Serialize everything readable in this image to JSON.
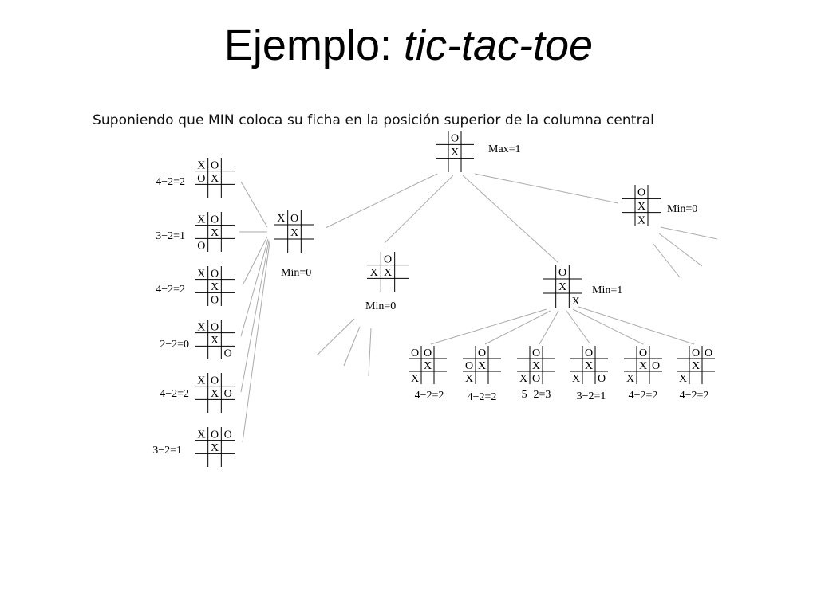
{
  "slide": {
    "title_main": "Ejemplo: ",
    "title_italic": "tic-tac-toe",
    "subtitle": "Suponiendo que MIN coloca su ficha en la posición superior de la columna central"
  },
  "boards": [
    {
      "id": "root",
      "cells": [
        "",
        "O",
        "",
        "",
        "X",
        "",
        "",
        "",
        ""
      ],
      "label": "Max=1"
    },
    {
      "id": "b1",
      "cells": [
        "",
        "O",
        "",
        "",
        "X",
        "",
        "",
        "X",
        ""
      ],
      "label": "Min=0"
    },
    {
      "id": "b2",
      "cells": [
        "X",
        "O",
        "",
        "",
        "X",
        "",
        "",
        "",
        ""
      ],
      "label": "Min=0"
    },
    {
      "id": "b3",
      "cells": [
        "",
        "O",
        "",
        "X",
        "X",
        "",
        "",
        "",
        ""
      ],
      "label": "Min=0"
    },
    {
      "id": "b4",
      "cells": [
        "",
        "O",
        "",
        "",
        "X",
        "",
        "",
        "",
        "X"
      ],
      "label": "Min=1"
    },
    {
      "id": "l1",
      "cells": [
        "X",
        "O",
        "",
        "O",
        "X",
        "",
        "",
        "",
        ""
      ],
      "label": "4−2=2"
    },
    {
      "id": "l2",
      "cells": [
        "X",
        "O",
        "",
        "",
        "X",
        "",
        "O",
        "",
        ""
      ],
      "label": "3−2=1"
    },
    {
      "id": "l3",
      "cells": [
        "X",
        "O",
        "",
        "",
        "X",
        "",
        "",
        "O",
        ""
      ],
      "label": "4−2=2"
    },
    {
      "id": "l4",
      "cells": [
        "X",
        "O",
        "",
        "",
        "X",
        "",
        "",
        "",
        "O"
      ],
      "label": "2−2=0"
    },
    {
      "id": "l5",
      "cells": [
        "X",
        "O",
        "",
        "",
        "X",
        "O",
        "",
        "",
        ""
      ],
      "label": "4−2=2"
    },
    {
      "id": "l6",
      "cells": [
        "X",
        "O",
        "O",
        "",
        "X",
        "",
        "",
        "",
        ""
      ],
      "label": "3−2=1"
    },
    {
      "id": "m1",
      "cells": [
        "O",
        "O",
        "",
        "",
        "X",
        "",
        "X",
        "",
        ""
      ],
      "label": "4−2=2"
    },
    {
      "id": "m2",
      "cells": [
        "",
        "O",
        "",
        "O",
        "X",
        "",
        "X",
        "",
        ""
      ],
      "label": "4−2=2"
    },
    {
      "id": "m3",
      "cells": [
        "",
        "O",
        "",
        "",
        "X",
        "",
        "X",
        "O",
        ""
      ],
      "label": "5−2=3"
    },
    {
      "id": "m4",
      "cells": [
        "",
        "O",
        "",
        "",
        "X",
        "",
        "X",
        "",
        "O"
      ],
      "label": "3−2=1"
    },
    {
      "id": "m5",
      "cells": [
        "",
        "O",
        "",
        "",
        "X",
        "O",
        "X",
        "",
        ""
      ],
      "label": "4−2=2"
    },
    {
      "id": "m6",
      "cells": [
        "",
        "O",
        "O",
        "",
        "X",
        "",
        "X",
        "",
        ""
      ],
      "label": "4−2=2"
    }
  ]
}
